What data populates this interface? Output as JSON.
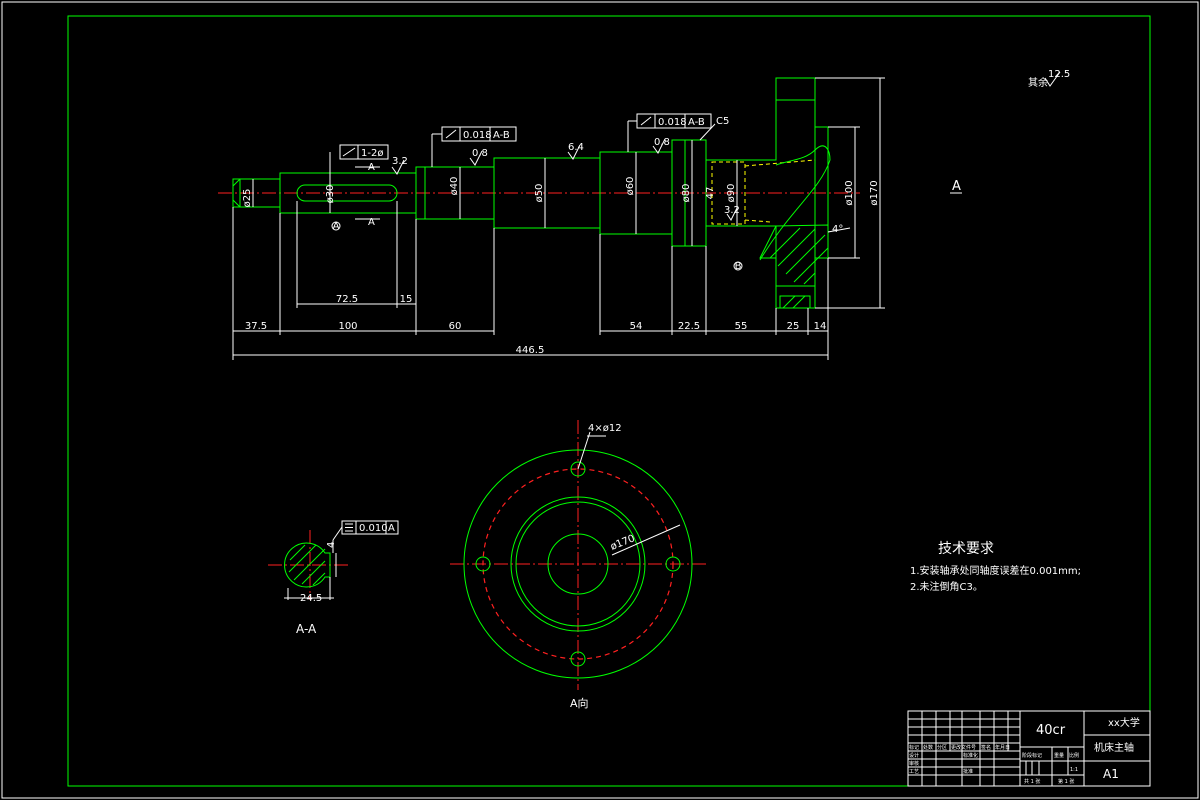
{
  "dims": {
    "d25": "ø25",
    "d30": "ø30",
    "d40": "ø40",
    "d50": "ø50",
    "d60": "ø60",
    "d80": "ø80",
    "d90": "ø90",
    "d100": "ø100",
    "d170": "ø170",
    "dim47": "47",
    "l37_5": "37.5",
    "l100": "100",
    "l60": "60",
    "l54": "54",
    "l22_5": "22.5",
    "l55": "55",
    "l25": "25",
    "l14": "14",
    "l72_5": "72.5",
    "l15": "15",
    "l446_5": "446.5",
    "angle4": "4°",
    "chamfer": "C5"
  },
  "tolerances": {
    "parallel": "1-2ø",
    "runout1_value": "0.018",
    "runout1_datum": "A-B",
    "runout2_value": "0.018",
    "runout2_datum": "A-B",
    "sym_value": "0.010",
    "sym_datum": "A"
  },
  "roughness": {
    "r1": "3.2",
    "r2": "0.8",
    "r3": "6.4",
    "r4": "0.8",
    "r5": "3.2",
    "rest": "其余",
    "rest_val": "12.5"
  },
  "labels": {
    "sec_a_top": "A",
    "sec_a_bot": "A",
    "datum_a": "A",
    "datum_b": "B",
    "view_a": "A",
    "section_title": "A-A",
    "section_width": "24.5",
    "section_depth": "4",
    "view_a_caption": "A向",
    "holes": "4×ø12",
    "pcd": "ø170"
  },
  "tech": {
    "title": "技术要求",
    "line1": "1.安装轴承处同轴度误差在0.001mm;",
    "line2": "2.未注倒角C3。"
  },
  "titleblock": {
    "material": "40cr",
    "school": "xx大学",
    "part_name": "机床主轴",
    "scale_size": "A1",
    "h1": "标记",
    "h2": "处数",
    "h3": "分区",
    "h4": "更改文件号",
    "h5": "签名",
    "h6": "年月日",
    "r_design": "设计",
    "r_check": "审核",
    "r_craft": "工艺",
    "std": "标准化",
    "approve": "批准",
    "stage": "阶段标记",
    "weight": "重量",
    "ratio": "比例",
    "ratio_val": "1:1",
    "sheets": "共 1 张",
    "sheet_no": "第 1 张"
  }
}
